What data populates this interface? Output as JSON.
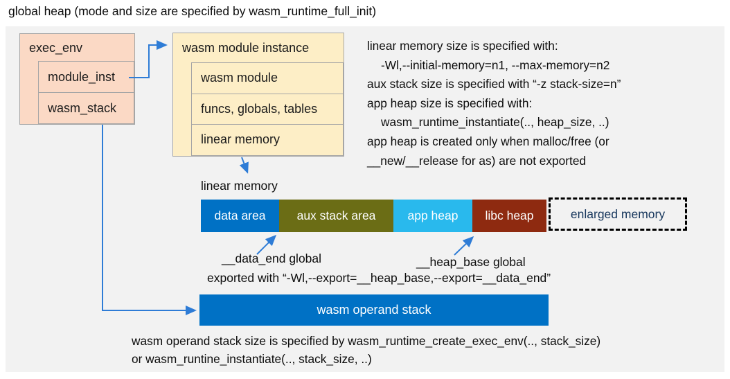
{
  "title": "global heap (mode and size are specified by wasm_runtime_full_init)",
  "exec_env_box": {
    "header": "exec_env",
    "rows": [
      "module_inst",
      "wasm_stack"
    ]
  },
  "module_instance_box": {
    "header": "wasm module instance",
    "rows": [
      "wasm module",
      "funcs, globals, tables",
      "linear memory"
    ]
  },
  "notes": {
    "lines": [
      {
        "text": "linear memory size is specified with:"
      },
      {
        "text": "-Wl,--initial-memory=n1, --max-memory=n2"
      },
      {
        "text": "aux stack size is specified with “-z stack-size=n”"
      },
      {
        "text": "app heap size is specified with:"
      },
      {
        "text": "wasm_runtime_instantiate(.., heap_size, ..)"
      },
      {
        "text": "app heap is created only when malloc/free (or"
      },
      {
        "text": "__new/__release for as) are not exported"
      }
    ]
  },
  "linear_memory": {
    "label": "linear memory",
    "segments": [
      {
        "label": "data area",
        "color": "#0071c5"
      },
      {
        "label": "aux stack area",
        "color": "#6b6d15"
      },
      {
        "label": "app heap",
        "color": "#29b9ed"
      },
      {
        "label": "libc heap",
        "color": "#8e2a10"
      }
    ],
    "enlarged_label": "enlarged memory"
  },
  "annotations": {
    "data_end": "__data_end global",
    "heap_base": "__heap_base global",
    "exported": "exported with “-Wl,--export=__heap_base,--export=__data_end”"
  },
  "operand_stack": {
    "label": "wasm operand stack"
  },
  "footer": {
    "lines": [
      "wasm operand stack size is specified by wasm_runtime_create_exec_env(.., stack_size)",
      "or wasm_runtine_instantiate(.., stack_size, ..)"
    ]
  },
  "colors": {
    "panel_bg": "#f2f2f2",
    "box_pink": "#fbd9c5",
    "box_yellow": "#fdeec6",
    "border_gray": "#a6a6a6",
    "bar_blue": "#0071c5",
    "bar_olive": "#6b6d15",
    "bar_cyan": "#29b9ed",
    "bar_brick": "#8e2a10",
    "enlarged_text_navy": "#16365c",
    "arrow_blue": "#2e7cd6"
  }
}
